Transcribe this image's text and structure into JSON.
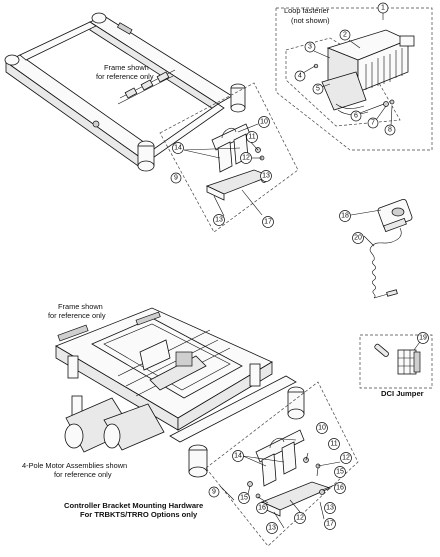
{
  "labels": {
    "loop_fastener": "Loop fastener",
    "not_shown": "(not shown)",
    "frame_ref_top_1": "Frame shown",
    "frame_ref_top_2": "for reference only",
    "frame_ref_bottom_1": "Frame shown",
    "frame_ref_bottom_2": "for reference only",
    "motor_1": "4-Pole Motor Assemblies shown",
    "motor_2": "for reference only",
    "controller_1": "Controller Bracket Mounting Hardware",
    "controller_2": "For TRBKTS/TRRO Options only",
    "dci_jumper": "DCI Jumper"
  },
  "callouts": {
    "c1": "1",
    "c2": "2",
    "c3": "3",
    "c4": "4",
    "c5": "5",
    "c6": "6",
    "c7": "7",
    "c8": "8",
    "c9a": "9",
    "c10a": "10",
    "c11a": "11",
    "c12a": "12",
    "c13a": "13",
    "c13b": "13",
    "c14a": "14",
    "c17a": "17",
    "c18": "18",
    "c19": "19",
    "c20": "20",
    "c9b": "9",
    "c10b": "10",
    "c11b": "11",
    "c12b": "12",
    "c12c": "12",
    "c13c": "13",
    "c13d": "13",
    "c14b": "14",
    "c15a": "15",
    "c15b": "15",
    "c16a": "16",
    "c16b": "16",
    "c17b": "17"
  },
  "icons": [
    "frame-assembly-illustration",
    "joystick-module-illustration",
    "loop-fastener-illustration",
    "controller-bracket-illustration",
    "dci-jumper-illustration",
    "motor-illustration"
  ]
}
